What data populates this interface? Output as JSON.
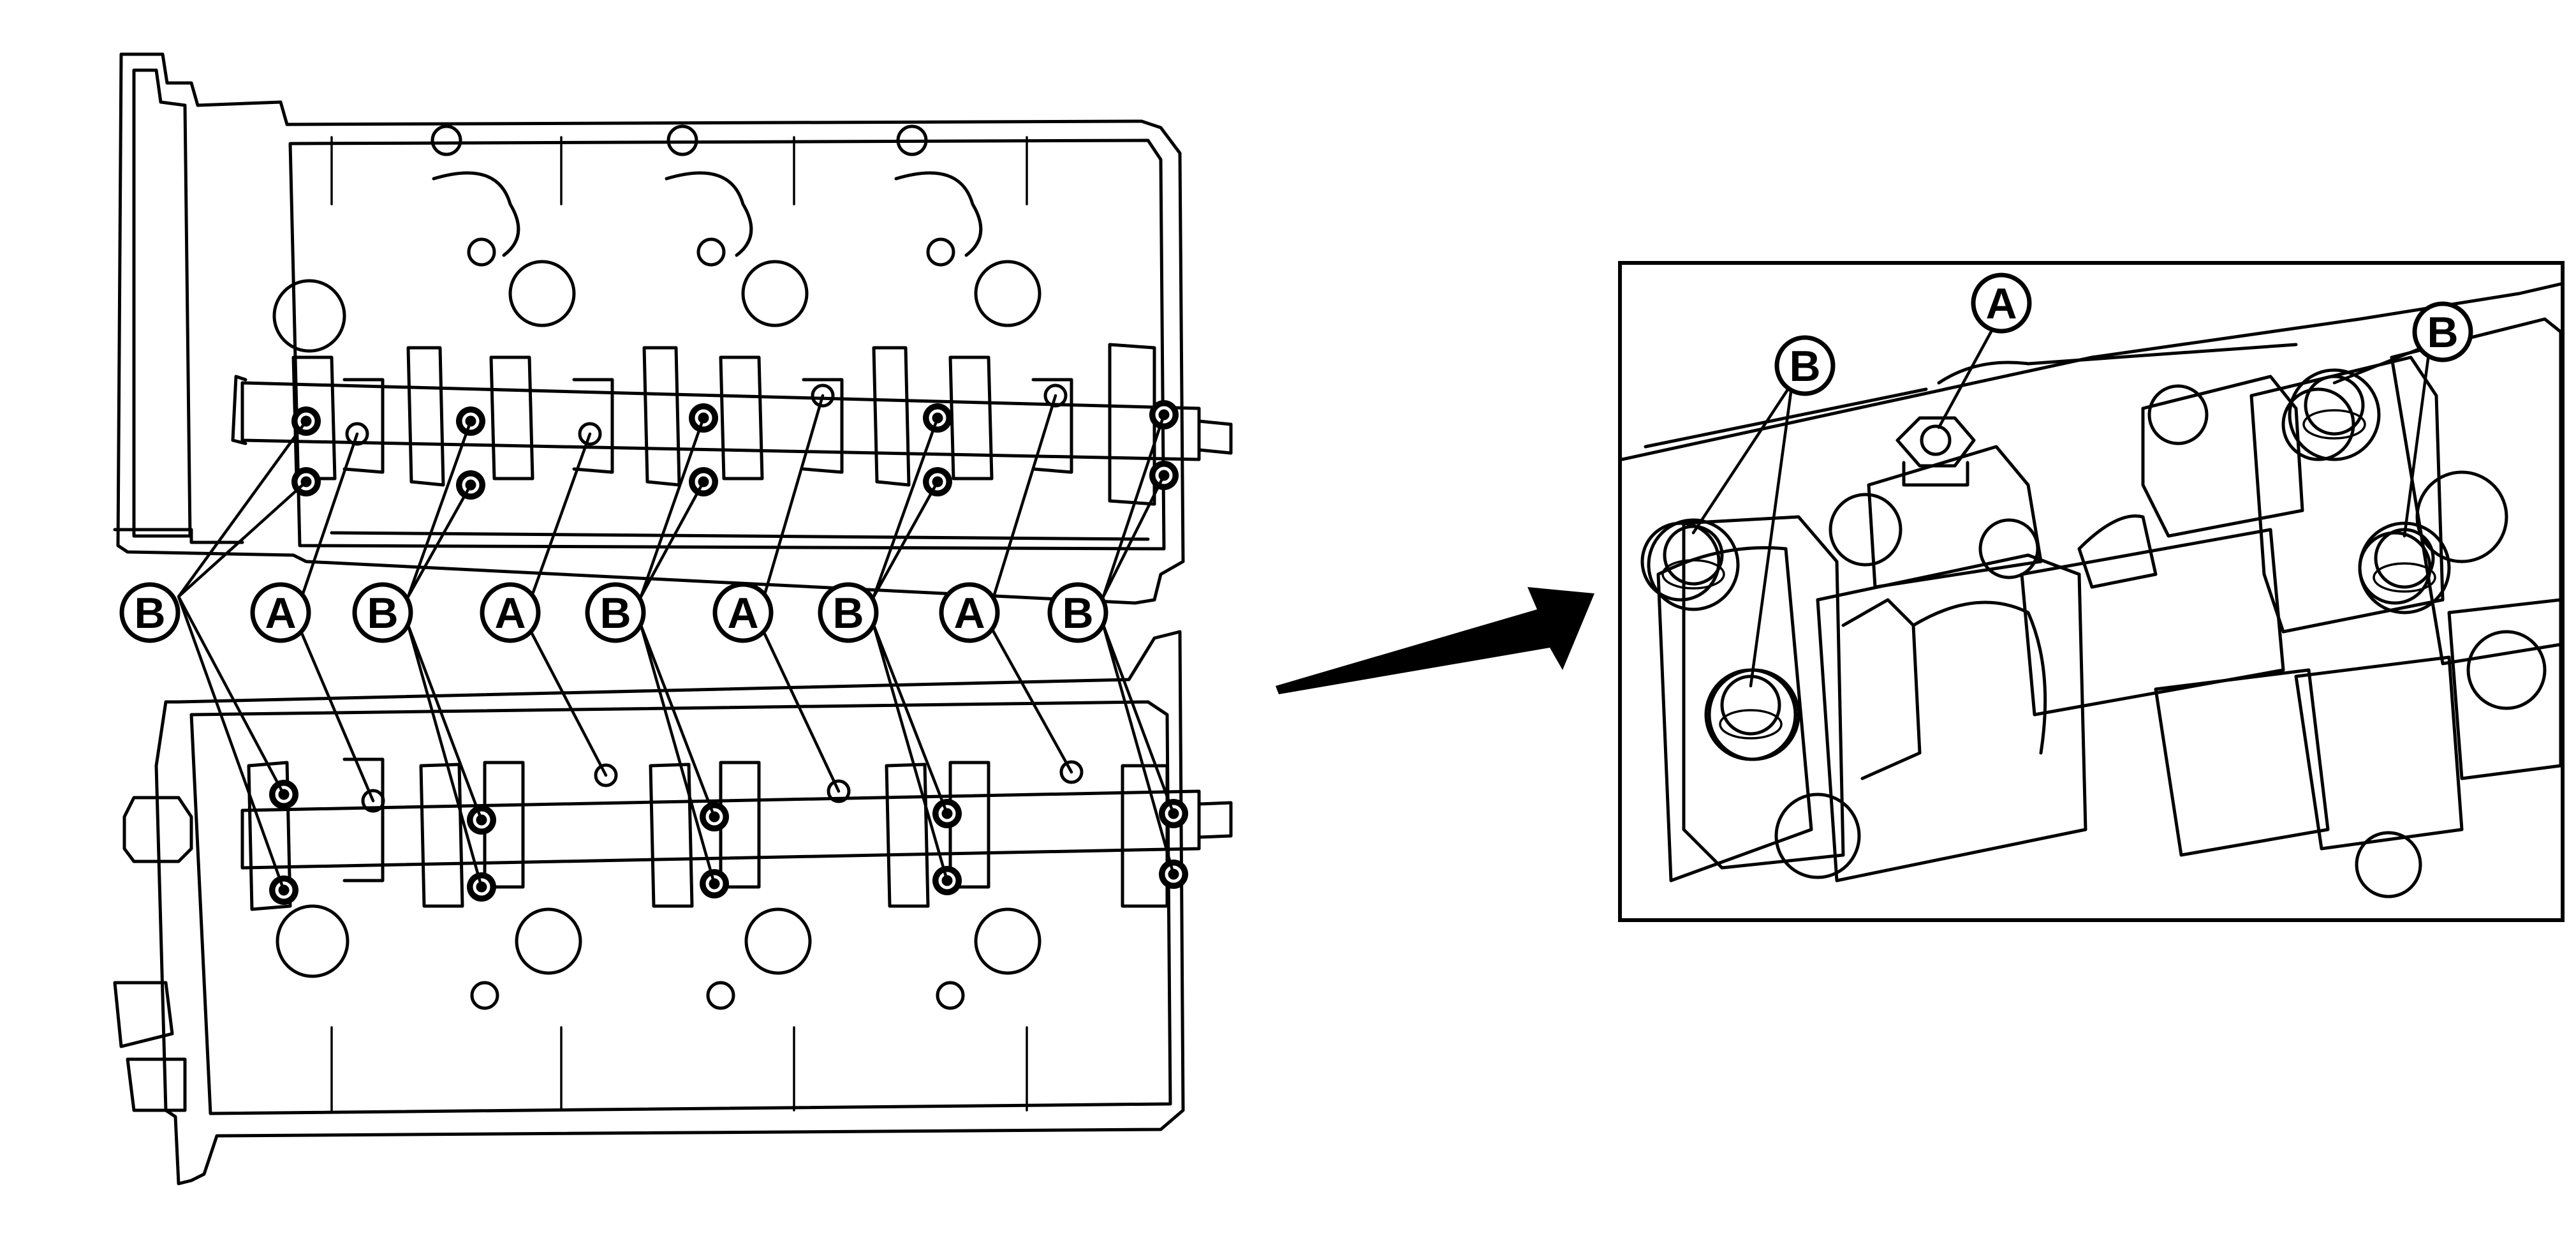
{
  "diagram": {
    "labels": {
      "bolt_a": "A",
      "bolt_b": "B"
    },
    "overview_callouts": [
      "B",
      "A",
      "B",
      "A",
      "B",
      "A",
      "B",
      "A",
      "B"
    ],
    "detail_callouts": [
      "A",
      "B",
      "B"
    ]
  }
}
